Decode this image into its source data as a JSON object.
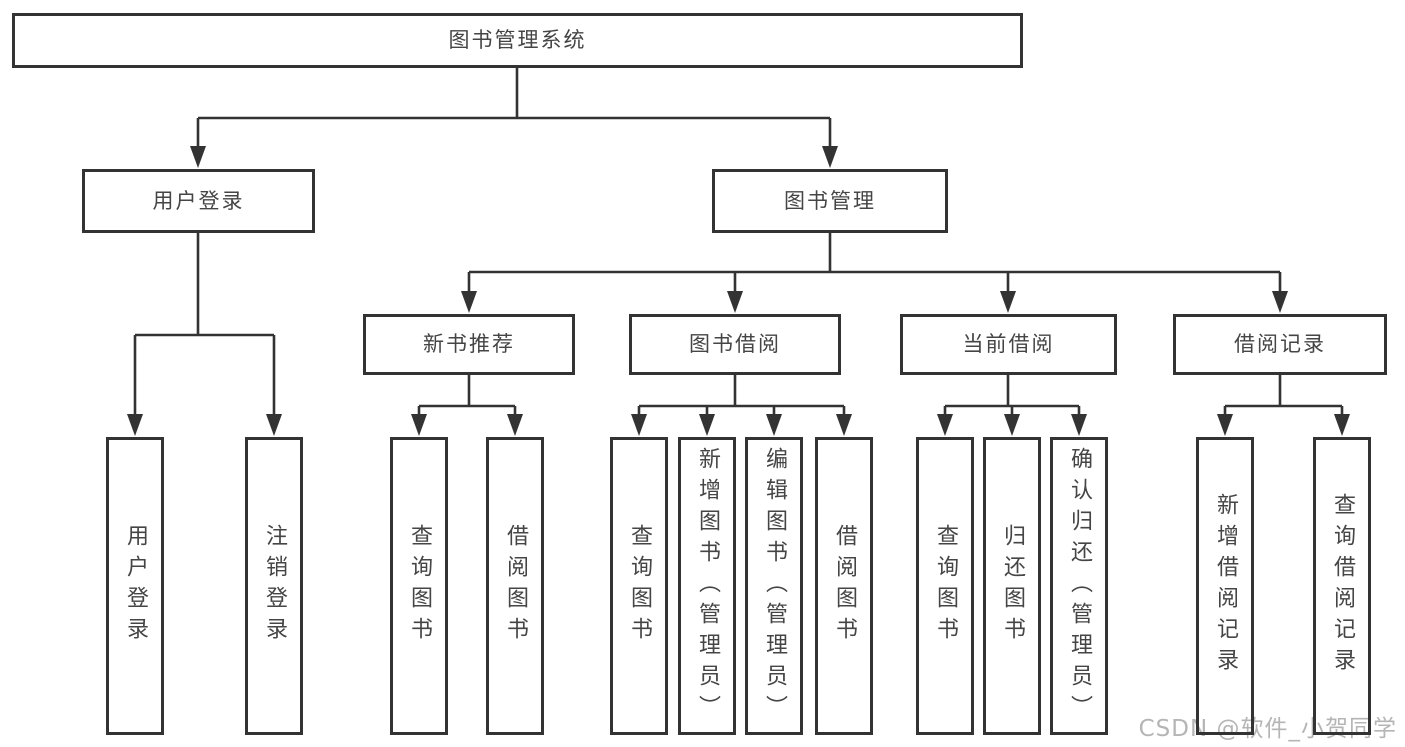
{
  "diagram": {
    "tree": {
      "label": "图书管理系统",
      "children": [
        {
          "label": "用户登录",
          "children": [
            {
              "label": "用户登录"
            },
            {
              "label": "注销登录"
            }
          ]
        },
        {
          "label": "图书管理",
          "children": [
            {
              "label": "新书推荐",
              "children": [
                {
                  "label": "查询图书"
                },
                {
                  "label": "借阅图书"
                }
              ]
            },
            {
              "label": "图书借阅",
              "children": [
                {
                  "label": "查询图书"
                },
                {
                  "label": "新增图书（管理员）"
                },
                {
                  "label": "编辑图书（管理员）"
                },
                {
                  "label": "借阅图书"
                }
              ]
            },
            {
              "label": "当前借阅",
              "children": [
                {
                  "label": "查询图书"
                },
                {
                  "label": "归还图书"
                },
                {
                  "label": "确认归还（管理员）"
                }
              ]
            },
            {
              "label": "借阅记录",
              "children": [
                {
                  "label": "新增借阅记录"
                },
                {
                  "label": "查询借阅记录"
                }
              ]
            }
          ]
        }
      ]
    },
    "watermark": "CSDN @软件_小贺同学",
    "colors": {
      "line": "#333333",
      "text": "#454545",
      "watermark": "#b5b5b5",
      "background": "#ffffff"
    }
  }
}
